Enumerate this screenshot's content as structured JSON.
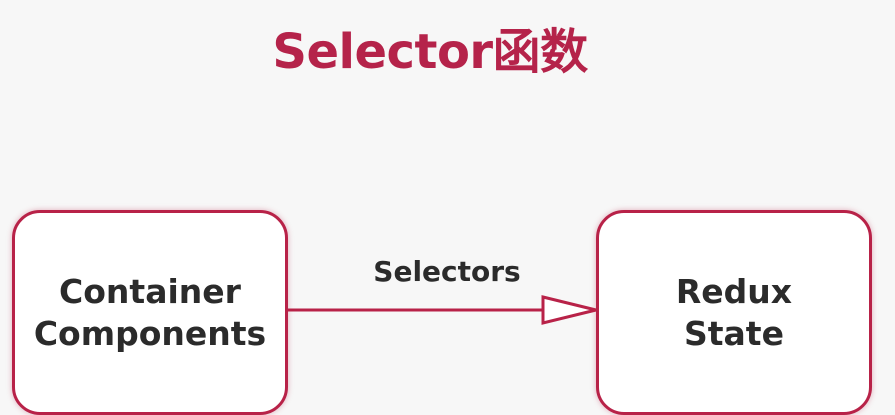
{
  "title": "Selector函数",
  "nodes": {
    "left": {
      "line1": "Container",
      "line2": "Components"
    },
    "right": {
      "line1": "Redux",
      "line2": "State"
    }
  },
  "edge": {
    "label": "Selectors",
    "from": "left",
    "to": "right"
  },
  "colors": {
    "accent": "#b5234a",
    "box_border": "#b82248",
    "text": "#2b2b2b",
    "background": "#f7f7f7"
  }
}
